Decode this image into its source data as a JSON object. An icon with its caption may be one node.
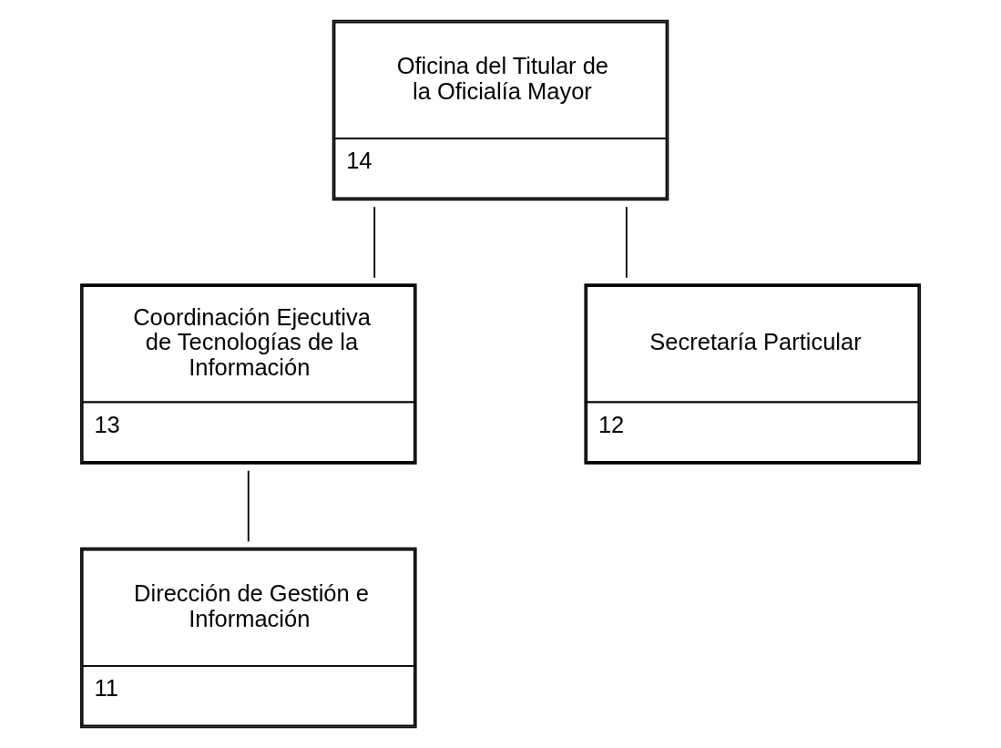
{
  "diagram": {
    "nodes": [
      {
        "text": [
          "Oficina del Titular de la Oficialía Mayor",
          "14"
        ]
      },
      {
        "text": [
          "Coordinación Ejecutiva de Tecnologías de la Información",
          "13"
        ]
      },
      {
        "text": [
          "Secretaría Particular",
          "12"
        ]
      },
      {
        "text": [
          "Dirección de Gestión e Información",
          "11"
        ]
      }
    ],
    "edges": [
      {
        "from": 0,
        "to": 1,
        "arrow": "none"
      },
      {
        "from": 0,
        "to": 2,
        "arrow": "none"
      },
      {
        "from": 1,
        "to": 3,
        "arrow": "none"
      }
    ]
  }
}
